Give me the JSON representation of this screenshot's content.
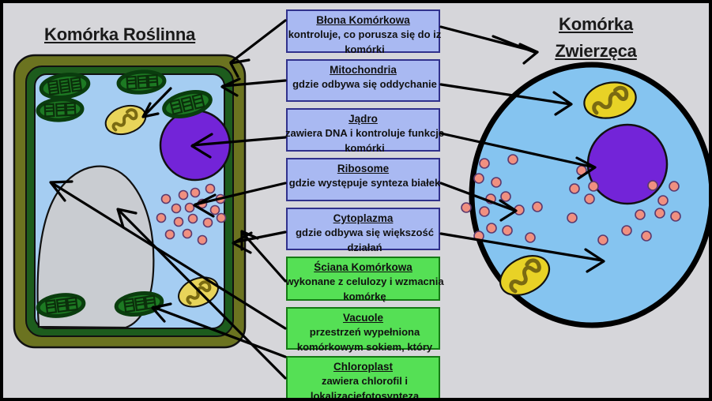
{
  "diagram": {
    "background_color": "#d6d6da",
    "frame_color": "#000000",
    "titles": {
      "plant": "Komórka Roślinna",
      "animal_line1": "Komórka",
      "animal_line2": "Zwierzęca"
    }
  },
  "labels": [
    {
      "id": "blona-komorkowa",
      "header": "Błona Komórkowa",
      "description": "kontroluje, co porusza się do iz komórki",
      "color": "#a9b9f2",
      "border_color": "#31318c",
      "type": "shared"
    },
    {
      "id": "mitochondria",
      "header": "Mitochondria",
      "description": "gdzie odbywa się oddychanie",
      "color": "#a9b9f2",
      "border_color": "#31318c",
      "type": "shared"
    },
    {
      "id": "jadro",
      "header": "Jądro",
      "description": "zawiera DNA i kontroluje funkcje komórki",
      "color": "#a9b9f2",
      "border_color": "#31318c",
      "type": "shared"
    },
    {
      "id": "ribosome",
      "header": "Ribosome",
      "description": "gdzie występuje synteza białek",
      "color": "#a9b9f2",
      "border_color": "#31318c",
      "type": "shared"
    },
    {
      "id": "cytoplazma",
      "header": "Cytoplazma",
      "description": "gdzie odbywa się większość działań",
      "color": "#a9b9f2",
      "border_color": "#31318c",
      "type": "shared"
    },
    {
      "id": "sciana-komorkowa",
      "header": "Ściana Komórkowa",
      "description": "wykonane z celulozy i wzmacnia komórkę",
      "color": "#55e055",
      "border_color": "#157a15",
      "type": "plant-only"
    },
    {
      "id": "vacuole",
      "header": "Vacuole",
      "description": "przestrzeń wypełniona komórkowym sokiem, który utrzymuje komórkę w tłoku",
      "color": "#55e055",
      "border_color": "#157a15",
      "type": "plant-only"
    },
    {
      "id": "chloroplast",
      "header": "Chloroplast",
      "description": "zawiera chlorofil i lokalizacjęfotosynteza",
      "color": "#55e055",
      "border_color": "#157a15",
      "type": "plant-only"
    }
  ],
  "plant_cell": {
    "cell_wall_color": "#6b7320",
    "membrane_color": "#1d5c1d",
    "cytoplasm_color": "#a5cdf2",
    "vacuole_color": "#c9ccd1",
    "nucleus_color": "#7324d8",
    "chloroplast_color": "#1d7a23",
    "chloroplast_count": 6,
    "mitochondria_color": "#e8d45a",
    "mitochondria_count": 2,
    "ribosome_color": "#f09080",
    "ribosome_count": 17
  },
  "animal_cell": {
    "membrane_color": "#000000",
    "cytoplasm_color": "#85c4f0",
    "nucleus_color": "#7324d8",
    "mitochondria_color": "#e8d226",
    "mitochondria_count": 2,
    "ribosome_color": "#f09080",
    "ribosome_count": 28
  }
}
